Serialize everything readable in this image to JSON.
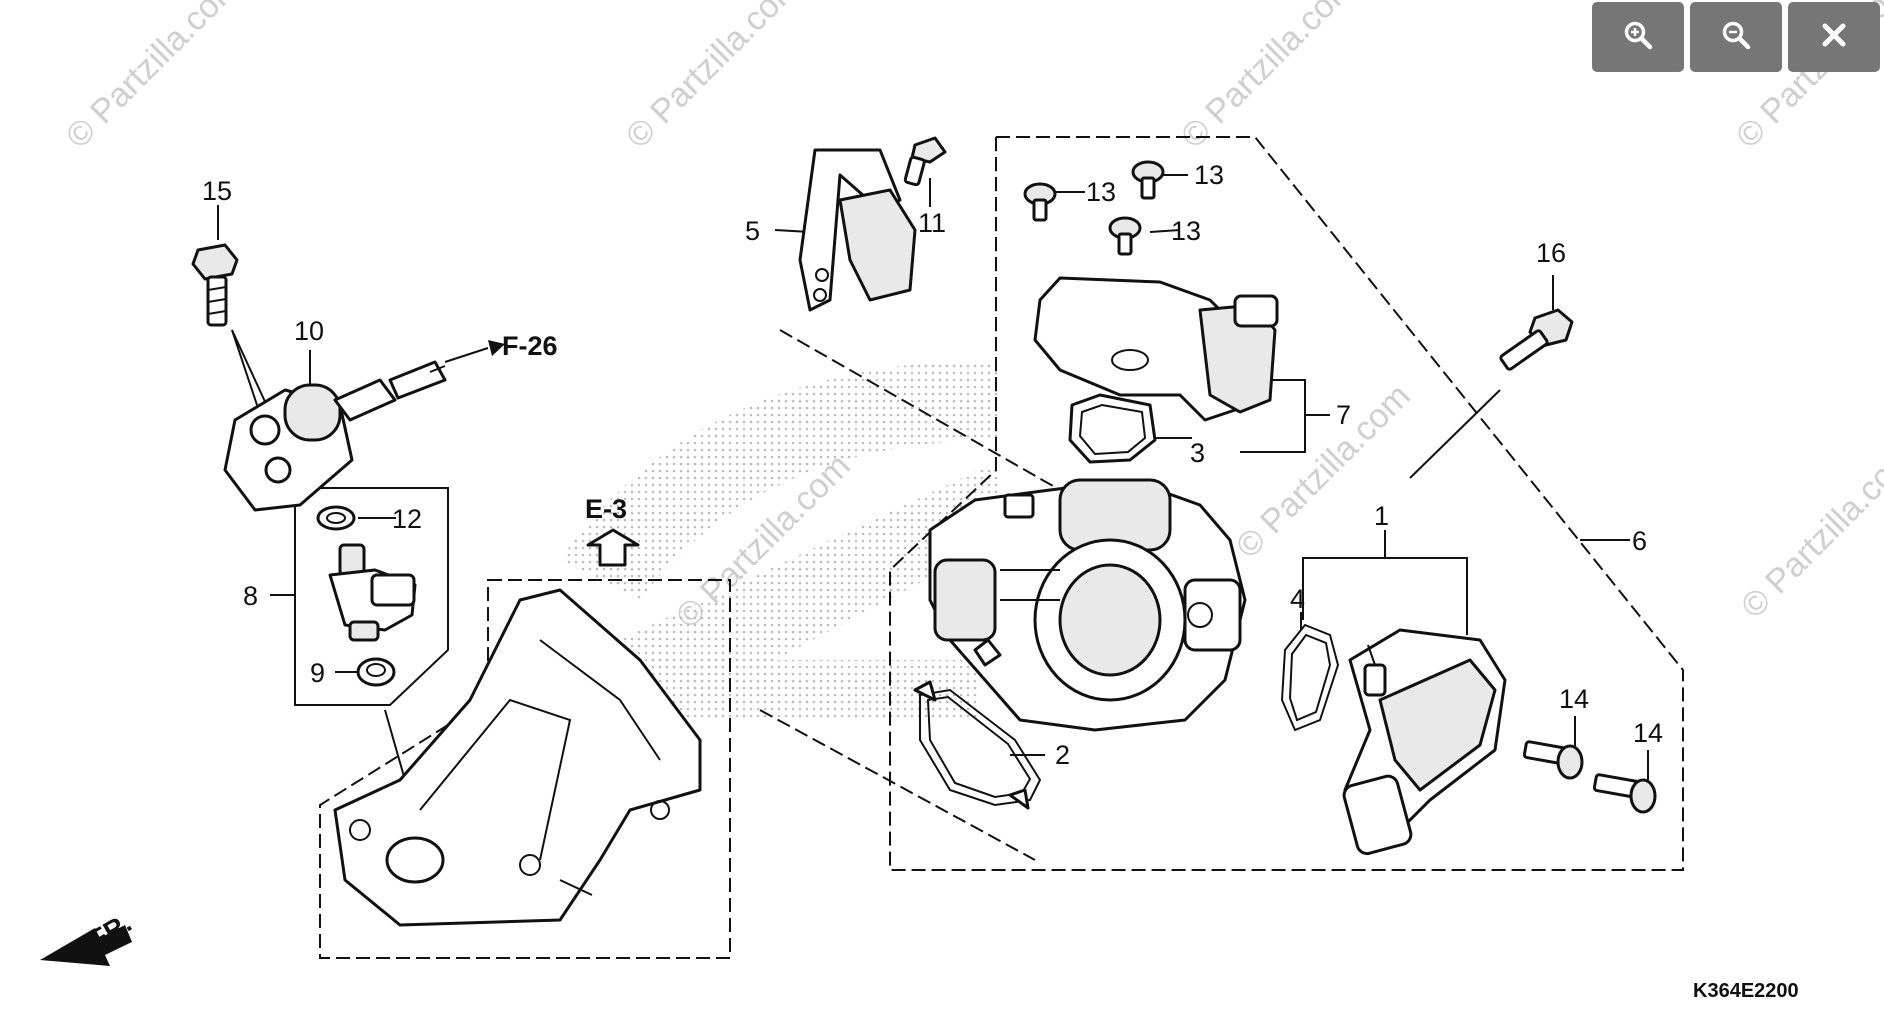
{
  "toolbar": {
    "zoom_in_icon": "zoom-in-icon",
    "zoom_out_icon": "zoom-out-icon",
    "close_icon": "close-icon",
    "color": "#767676"
  },
  "watermark": {
    "text": "© Partzilla.com",
    "color": "#cfcfcf"
  },
  "diagram": {
    "code": "K364E2200",
    "front_label": "FR.",
    "refs": {
      "f26": "F-26",
      "e3": "E-3"
    },
    "callouts": {
      "c1": "1",
      "c2": "2",
      "c3": "3",
      "c4": "4",
      "c5": "5",
      "c6": "6",
      "c7": "7",
      "c8": "8",
      "c9": "9",
      "c10": "10",
      "c11": "11",
      "c12": "12",
      "c13a": "13",
      "c13b": "13",
      "c13c": "13",
      "c14a": "14",
      "c14b": "14",
      "c15": "15",
      "c16": "16"
    }
  }
}
